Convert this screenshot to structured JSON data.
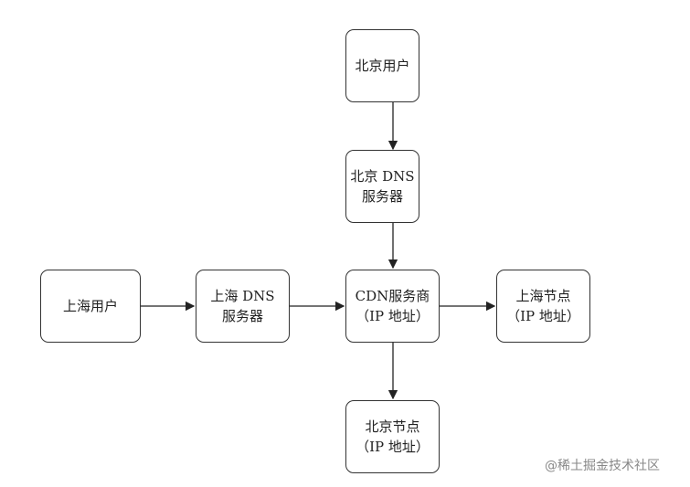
{
  "nodes": {
    "beijing_user": [
      "北京用户"
    ],
    "beijing_dns": [
      "北京 DNS",
      "服务器"
    ],
    "shanghai_user": [
      "上海用户"
    ],
    "shanghai_dns": [
      "上海 DNS",
      "服务器"
    ],
    "cdn": [
      "CDN服务商",
      "（IP 地址）"
    ],
    "shanghai_node": [
      "上海节点",
      "（IP 地址）"
    ],
    "beijing_node": [
      "北京节点",
      "（IP 地址）"
    ]
  },
  "edges": [
    [
      "beijing_user",
      "beijing_dns"
    ],
    [
      "beijing_dns",
      "cdn"
    ],
    [
      "shanghai_user",
      "shanghai_dns"
    ],
    [
      "shanghai_dns",
      "cdn"
    ],
    [
      "cdn",
      "shanghai_node"
    ],
    [
      "cdn",
      "beijing_node"
    ]
  ],
  "watermark": "@稀土掘金技术社区"
}
